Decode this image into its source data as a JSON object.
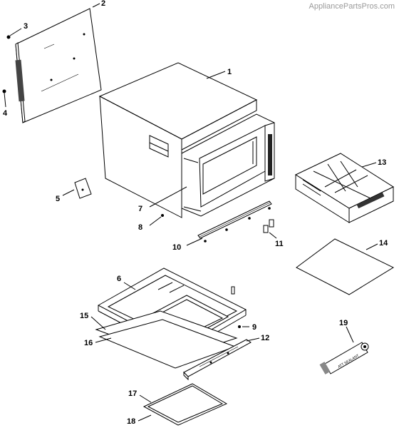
{
  "watermark": "AppliancePartsPros.com",
  "callouts": {
    "c1": "1",
    "c2": "2",
    "c3": "3",
    "c4": "4",
    "c5": "5",
    "c6": "6",
    "c7": "7",
    "c8": "8",
    "c9": "9",
    "c10": "10",
    "c11": "11",
    "c12": "12",
    "c13": "13",
    "c14": "14",
    "c15": "15",
    "c16": "16",
    "c17": "17",
    "c18": "18",
    "c19": "19"
  },
  "tube_label": "ATT SEALANT"
}
